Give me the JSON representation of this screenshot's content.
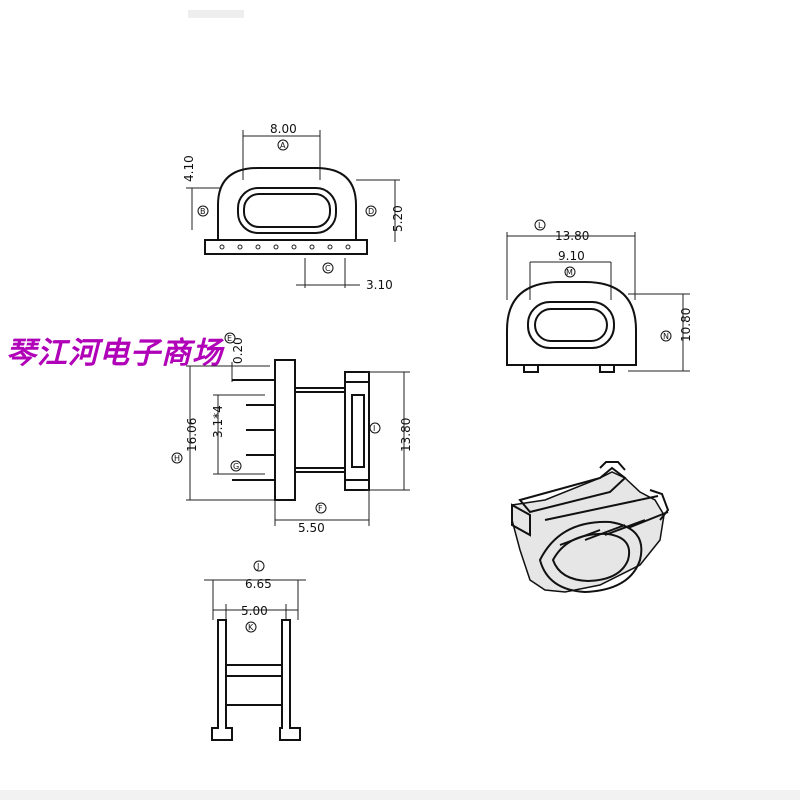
{
  "watermark": "琴江河电子商场",
  "front_view": {
    "dims": {
      "width_top": "8.00",
      "height_top": "4.10",
      "height_right": "5.20",
      "pin_gap": "3.10"
    },
    "tags": {
      "A": "A",
      "B": "B",
      "C": "C",
      "D": "D"
    }
  },
  "side_view": {
    "dims": {
      "width": "13.80",
      "inner_width": "9.10",
      "height": "10.80"
    },
    "tags": {
      "L": "L",
      "M": "M",
      "N": "N"
    }
  },
  "top_view": {
    "dims": {
      "height_left": "16.06",
      "pitch": "3.1*4",
      "top_small": "0.20",
      "height_right": "13.80",
      "bottom_width": "5.50"
    },
    "tags": {
      "E": "E",
      "G": "G",
      "H": "H",
      "I": "I",
      "F": "F"
    }
  },
  "end_view": {
    "dims": {
      "outer": "6.65",
      "inner": "5.00"
    },
    "tags": {
      "J": "J",
      "K": "K"
    }
  }
}
